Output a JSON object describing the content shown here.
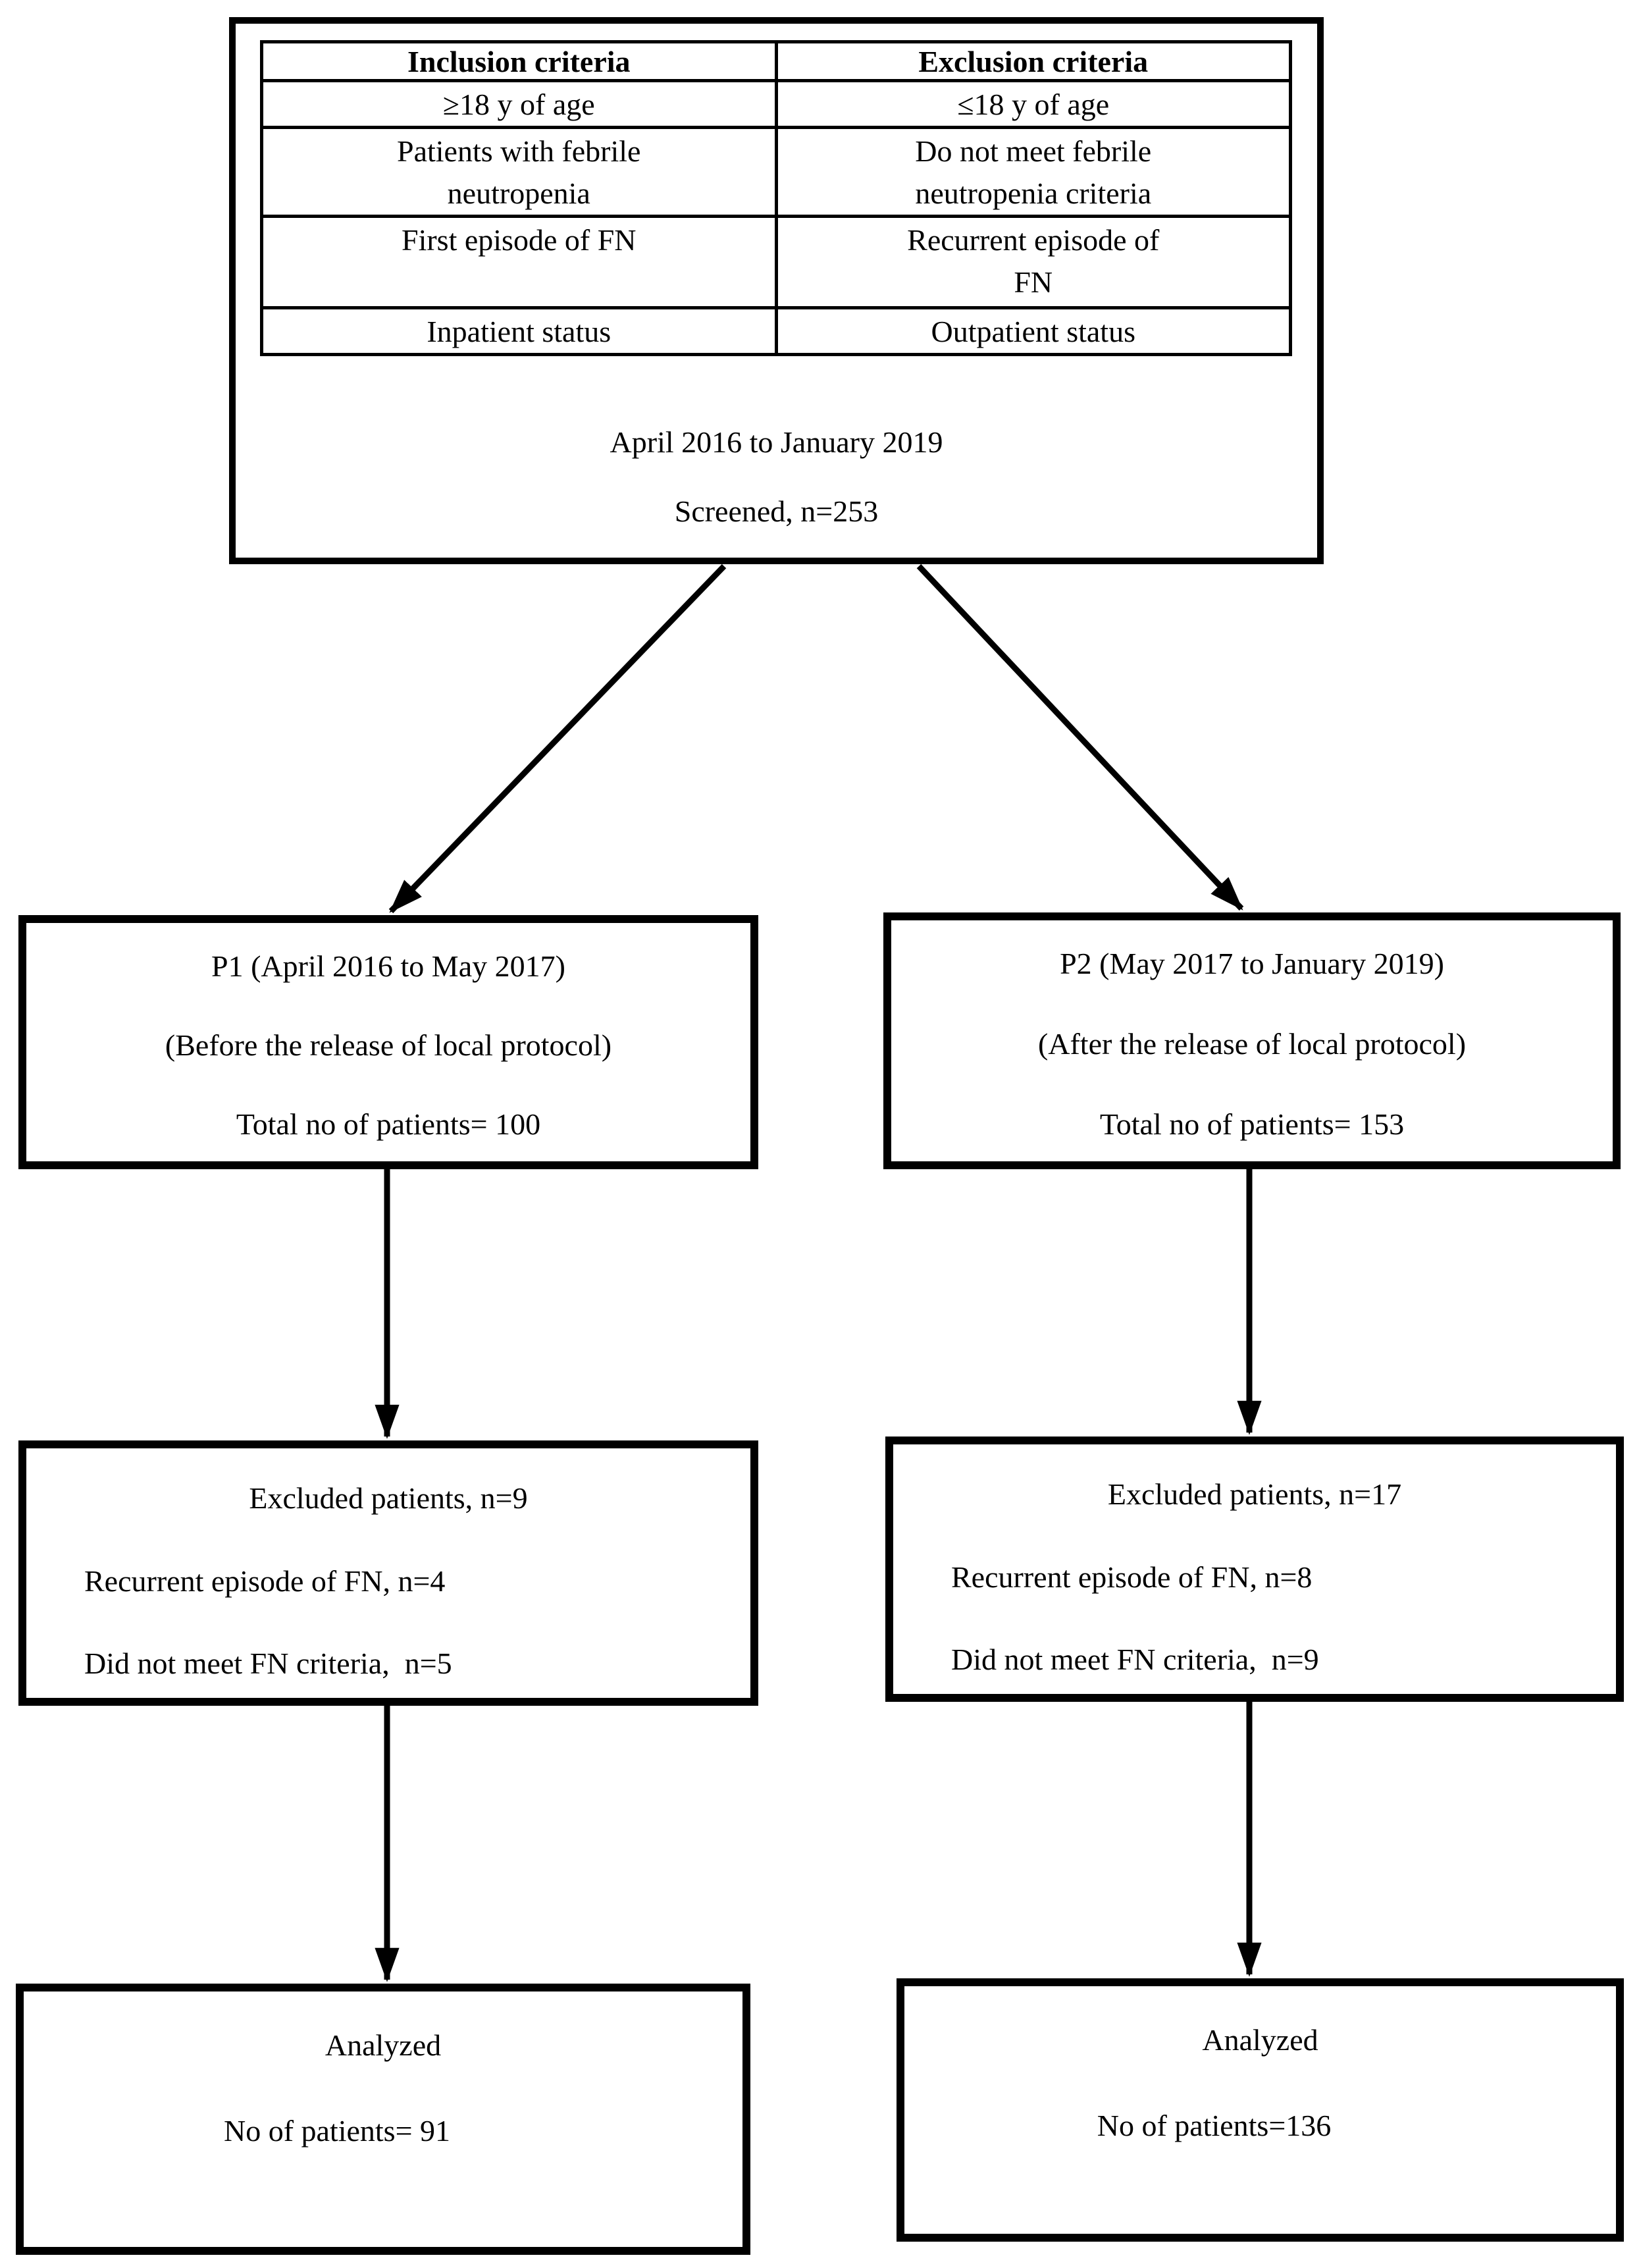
{
  "colors": {
    "ink": "#000000",
    "paper": "#ffffff"
  },
  "screening_box": {
    "criteria_table": {
      "headers": [
        "Inclusion criteria",
        "Exclusion criteria"
      ],
      "rows": [
        [
          "≥18 y of age",
          "≤18 y of age"
        ],
        [
          "Patients with febrile\nneutropenia",
          "Do not meet febrile\nneutropenia criteria"
        ],
        [
          "First episode of FN",
          "Recurrent episode of\nFN"
        ],
        [
          "Inpatient status",
          "Outpatient status"
        ]
      ]
    },
    "period": "April 2016 to January 2019",
    "screened": "Screened, n=253"
  },
  "p1_box": {
    "title": "P1 (April 2016 to May 2017)",
    "subtitle": "(Before the release of local protocol)",
    "total": "Total no of patients= 100"
  },
  "p2_box": {
    "title": "P2 (May 2017 to January 2019)",
    "subtitle": "(After the release of local protocol)",
    "total": "Total no of patients= 153"
  },
  "excluded_left_box": {
    "title": "Excluded patients, n=9",
    "reason1": "Recurrent episode of FN, n=4",
    "reason2": "Did not meet FN criteria,  n=5"
  },
  "excluded_right_box": {
    "title": "Excluded patients, n=17",
    "reason1": "Recurrent episode of FN, n=8",
    "reason2": "Did not meet FN criteria,  n=9"
  },
  "analyzed_left_box": {
    "title": "Analyzed",
    "total": "No of patients= 91"
  },
  "analyzed_right_box": {
    "title": "Analyzed",
    "total": "No of patients=136"
  }
}
